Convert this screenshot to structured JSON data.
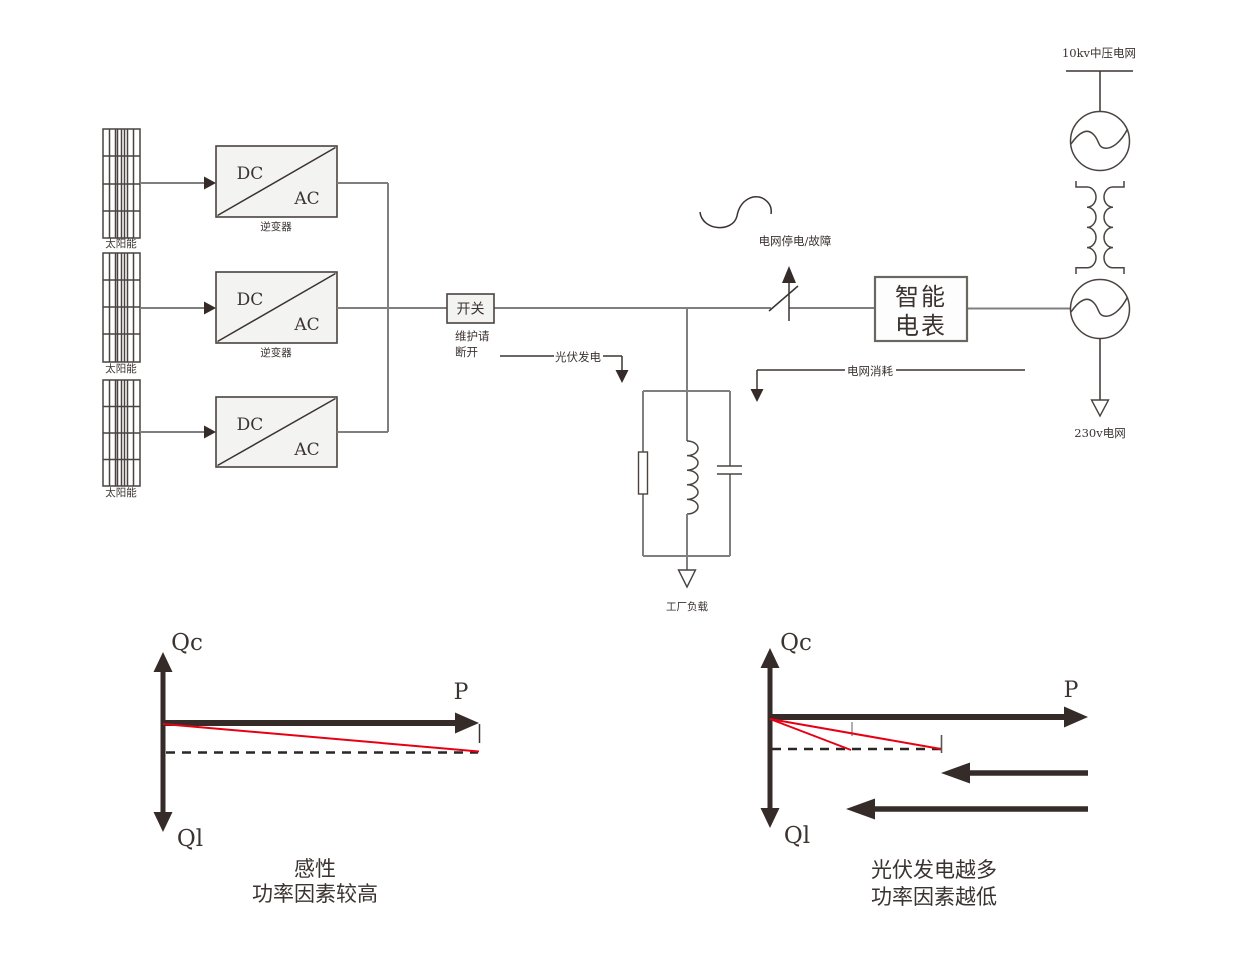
{
  "colors": {
    "accent_red": "#e60014",
    "wire_gray": "#7f7f7f",
    "ink_dark": "#352b28",
    "box_fill": "#f3f3f1"
  },
  "circuit": {
    "panels": [
      {
        "label": "太阳能"
      },
      {
        "label": "太阳能"
      },
      {
        "label": "太阳能"
      }
    ],
    "inverters": [
      {
        "dc": "DC",
        "ac": "AC",
        "caption": "逆变器"
      },
      {
        "dc": "DC",
        "ac": "AC",
        "caption": "逆变器"
      },
      {
        "dc": "DC",
        "ac": "AC"
      }
    ],
    "switch_box": {
      "label": "开关",
      "note1": "维护请",
      "note2": "断开"
    },
    "labels": {
      "pv_generation": "光伏发电",
      "grid_consumption": "电网消耗",
      "grid_outage": "电网停电/故障",
      "factory_load": "工厂负载",
      "mv_grid": "10kv中压电网",
      "lv_grid": "230v电网"
    },
    "meter": {
      "line1": "智能",
      "line2": "电表"
    }
  },
  "charts": [
    {
      "axis_up": "Qc",
      "axis_down": "Ql",
      "axis_right": "P",
      "caption_line1": "感性",
      "caption_line2": "功率因素较高"
    },
    {
      "axis_up": "Qc",
      "axis_down": "Ql",
      "axis_right": "P",
      "caption_line1": "光伏发电越多",
      "caption_line2": "功率因素越低"
    }
  ]
}
